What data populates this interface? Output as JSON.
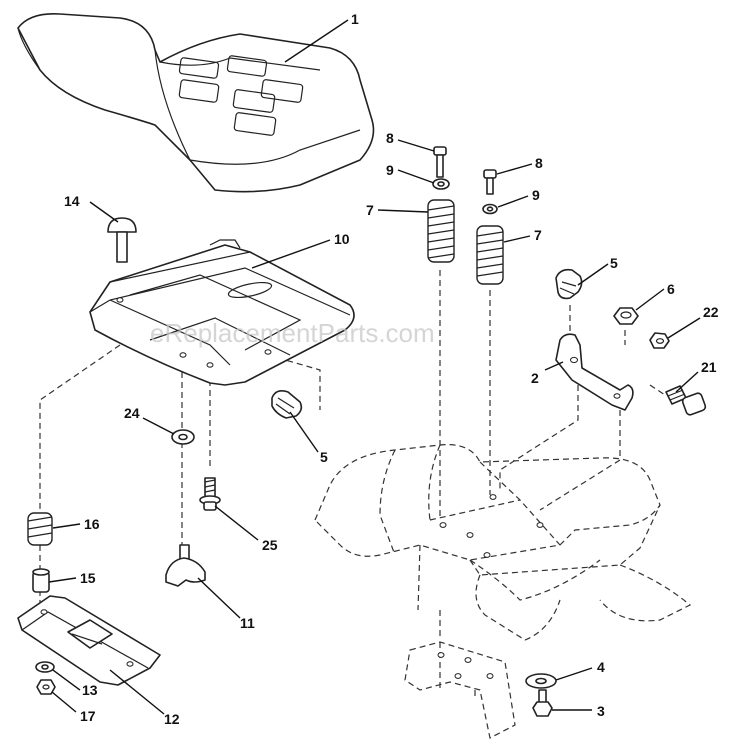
{
  "watermark": "eReplacementParts.com",
  "callouts": [
    {
      "id": "c1",
      "label": "1"
    },
    {
      "id": "c2",
      "label": "2"
    },
    {
      "id": "c3",
      "label": "3"
    },
    {
      "id": "c4",
      "label": "4"
    },
    {
      "id": "c5a",
      "label": "5"
    },
    {
      "id": "c5b",
      "label": "5"
    },
    {
      "id": "c6",
      "label": "6"
    },
    {
      "id": "c7a",
      "label": "7"
    },
    {
      "id": "c7b",
      "label": "7"
    },
    {
      "id": "c8a",
      "label": "8"
    },
    {
      "id": "c8b",
      "label": "8"
    },
    {
      "id": "c9a",
      "label": "9"
    },
    {
      "id": "c9b",
      "label": "9"
    },
    {
      "id": "c10",
      "label": "10"
    },
    {
      "id": "c11",
      "label": "11"
    },
    {
      "id": "c12",
      "label": "12"
    },
    {
      "id": "c13",
      "label": "13"
    },
    {
      "id": "c14",
      "label": "14"
    },
    {
      "id": "c15",
      "label": "15"
    },
    {
      "id": "c16",
      "label": "16"
    },
    {
      "id": "c17",
      "label": "17"
    },
    {
      "id": "c21",
      "label": "21"
    },
    {
      "id": "c22",
      "label": "22"
    },
    {
      "id": "c24",
      "label": "24"
    },
    {
      "id": "c25",
      "label": "25"
    }
  ]
}
